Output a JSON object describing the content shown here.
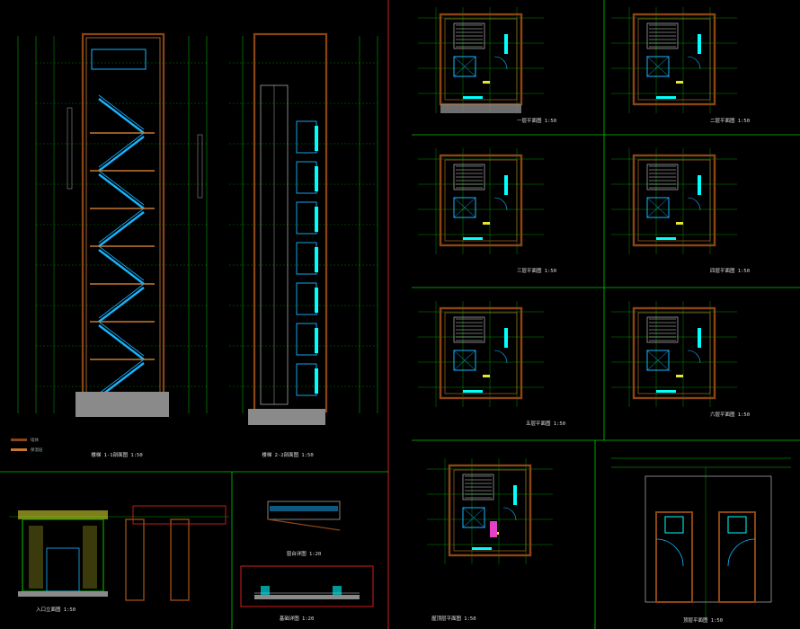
{
  "colors": {
    "background": "#000000",
    "frame_green": "#00c800",
    "frame_red": "#d21e1e",
    "wall_brown": "#8b4513",
    "wall_orange": "#c87830",
    "stair_cyan": "#18b4ff",
    "glass_cyan": "#00ffff",
    "text_white": "#d8d8d8",
    "dim_green": "#14c814",
    "hatch_gray": "#8a8a8a",
    "accent_yellow": "#e6e632",
    "accent_magenta": "#e640c8"
  },
  "panels": {
    "elevation_a": {
      "title": "楼梯 1-1剖面图  1:50"
    },
    "elevation_b": {
      "title": "楼梯 2-2剖面图  1:50"
    },
    "entrance": {
      "title": "入口立面图  1:50"
    },
    "sill": {
      "title": "窗台详图  1:20"
    },
    "foundation": {
      "title": "基础详图  1:20"
    },
    "plan_1": {
      "title": "一层平面图  1:50"
    },
    "plan_2": {
      "title": "二层平面图  1:50"
    },
    "plan_3": {
      "title": "三层平面图  1:50"
    },
    "plan_4": {
      "title": "四层平面图  1:50"
    },
    "plan_5": {
      "title": "五层平面图  1:50"
    },
    "plan_6": {
      "title": "六层平面图  1:50"
    },
    "plan_7": {
      "title": "屋顶层平面图  1:50"
    },
    "plan_8": {
      "title": "顶层平面图  1:50"
    }
  },
  "legend": {
    "wall_label": "墙体",
    "hatch_label": "保温层"
  }
}
